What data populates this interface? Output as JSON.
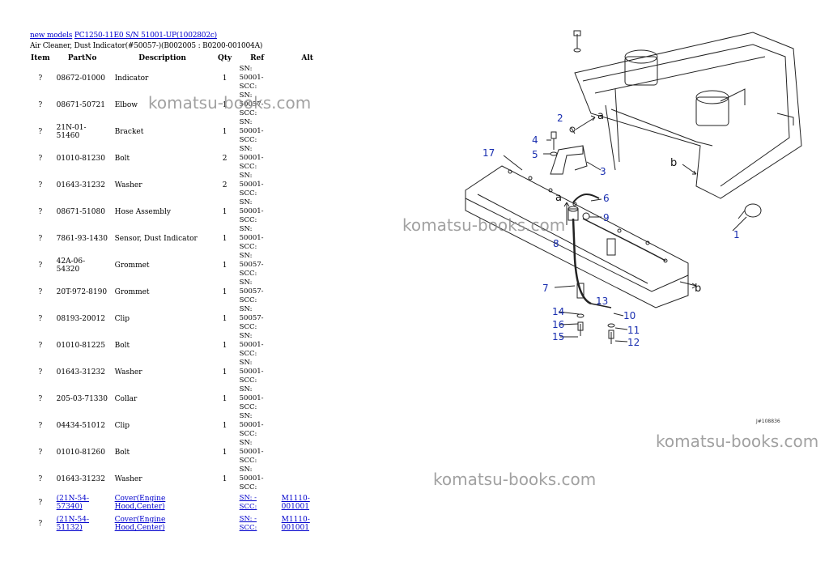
{
  "breadcrumb": {
    "link1": "new models",
    "link2": "PC1250-11E0 S/N 51001-UP(1002802c)"
  },
  "subtitle": "Air Cleaner, Dust Indicator(#50057-)(B002005 : B0200-001004A)",
  "table": {
    "headers": [
      "Item",
      "PartNo",
      "Description",
      "Qty",
      "Ref",
      "Alt"
    ],
    "rows": [
      {
        "item": "?",
        "part": "08672-01000",
        "desc": "Indicator",
        "qty": "1",
        "ref": "SN: 50001-\nSCC:",
        "alt": ""
      },
      {
        "item": "?",
        "part": "08671-50721",
        "desc": "Elbow",
        "qty": "1",
        "ref": "SN: 50057-\nSCC:",
        "alt": ""
      },
      {
        "item": "?",
        "part": "21N-01-51460",
        "desc": "Bracket",
        "qty": "1",
        "ref": "SN: 50001-\nSCC:",
        "alt": ""
      },
      {
        "item": "?",
        "part": "01010-81230",
        "desc": "Bolt",
        "qty": "2",
        "ref": "SN: 50001-\nSCC:",
        "alt": ""
      },
      {
        "item": "?",
        "part": "01643-31232",
        "desc": "Washer",
        "qty": "2",
        "ref": "SN: 50001-\nSCC:",
        "alt": ""
      },
      {
        "item": "?",
        "part": "08671-51080",
        "desc": "Hose Assembly",
        "qty": "1",
        "ref": "SN: 50001-\nSCC:",
        "alt": ""
      },
      {
        "item": "?",
        "part": "7861-93-1430",
        "desc": "Sensor, Dust Indicator",
        "qty": "1",
        "ref": "SN: 50001-\nSCC:",
        "alt": ""
      },
      {
        "item": "?",
        "part": "42A-06-54320",
        "desc": "Grommet",
        "qty": "1",
        "ref": "SN: 50057-\nSCC:",
        "alt": ""
      },
      {
        "item": "?",
        "part": "20T-972-8190",
        "desc": "Grommet",
        "qty": "1",
        "ref": "SN: 50057-\nSCC:",
        "alt": ""
      },
      {
        "item": "?",
        "part": "08193-20012",
        "desc": "Clip",
        "qty": "1",
        "ref": "SN: 50057-\nSCC:",
        "alt": ""
      },
      {
        "item": "?",
        "part": "01010-81225",
        "desc": "Bolt",
        "qty": "1",
        "ref": "SN: 50001-\nSCC:",
        "alt": ""
      },
      {
        "item": "?",
        "part": "01643-31232",
        "desc": "Washer",
        "qty": "1",
        "ref": "SN: 50001-\nSCC:",
        "alt": ""
      },
      {
        "item": "?",
        "part": "205-03-71330",
        "desc": "Collar",
        "qty": "1",
        "ref": "SN: 50001-\nSCC:",
        "alt": ""
      },
      {
        "item": "?",
        "part": "04434-51012",
        "desc": "Clip",
        "qty": "1",
        "ref": "SN: 50001-\nSCC:",
        "alt": ""
      },
      {
        "item": "?",
        "part": "01010-81260",
        "desc": "Bolt",
        "qty": "1",
        "ref": "SN: 50001-\nSCC:",
        "alt": ""
      },
      {
        "item": "?",
        "part": "01643-31232",
        "desc": "Washer",
        "qty": "1",
        "ref": "SN: 50001-\nSCC:",
        "alt": ""
      },
      {
        "item": "?",
        "part": "(21N-54-57340)",
        "desc": "Cover(Engine Hood,Center)",
        "qty": "",
        "ref": "SN: -\nSCC:",
        "alt": "M1110-001001",
        "link": true
      },
      {
        "item": "?",
        "part": "(21N-54-51132)",
        "desc": "Cover(Engine Hood,Center)",
        "qty": "",
        "ref": "SN: -\nSCC:",
        "alt": "M1110-001001",
        "link": true
      }
    ]
  },
  "diagram": {
    "labels": [
      "1",
      "2",
      "3",
      "4",
      "5",
      "6",
      "7",
      "8",
      "9",
      "10",
      "11",
      "12",
      "13",
      "14",
      "15",
      "16",
      "17"
    ],
    "letters": [
      "a",
      "a",
      "b",
      "b"
    ],
    "code": "J#108836"
  },
  "watermark": "komatsu-books.com"
}
